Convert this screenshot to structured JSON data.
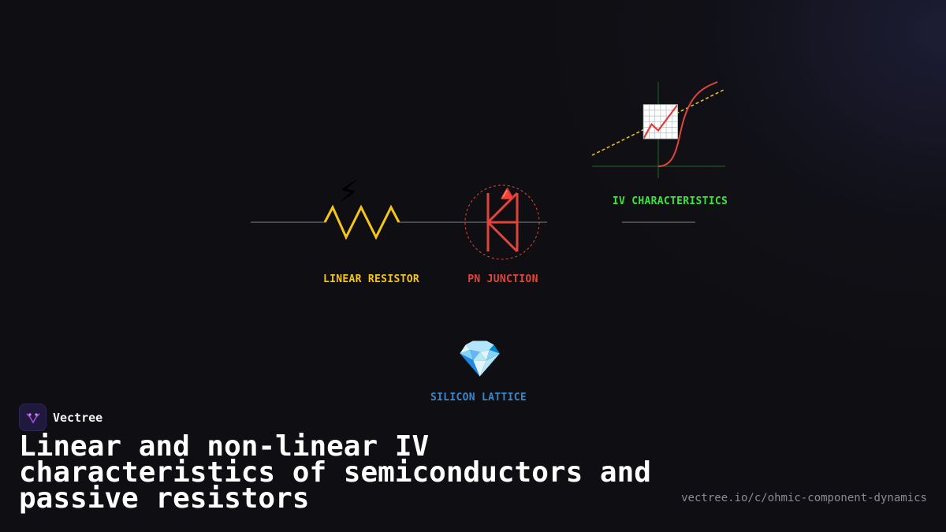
{
  "diagram": {
    "components": [
      {
        "id": "resistor",
        "label": "LINEAR RESISTOR",
        "color": "#f5c518",
        "icon": "lightning-icon",
        "glyph": "⚡"
      },
      {
        "id": "pn",
        "label": "PN JUNCTION",
        "color": "#e0443a",
        "icon": "warning-triangle-icon",
        "glyph": "🔺"
      },
      {
        "id": "iv",
        "label": "IV CHARACTERISTICS",
        "color": "#39e639",
        "icon": "chart-increasing-icon",
        "glyph": "📈"
      },
      {
        "id": "lattice",
        "label": "SILICON LATTICE",
        "color": "#3a86c8",
        "icon": "gem-icon",
        "glyph": "💎"
      }
    ]
  },
  "brand": {
    "name": "Vectree",
    "logo_color": "#a24bd6"
  },
  "title": "Linear and non-linear IV characteristics of semiconductors and passive resistors",
  "url": "vectree.io/c/ohmic-component-dynamics",
  "colors": {
    "background": "#0f0f13",
    "wire": "#4a4a4a",
    "linear": "#f5c518",
    "diode_curve": "#e0443a",
    "axes": "#1f6b2a"
  }
}
